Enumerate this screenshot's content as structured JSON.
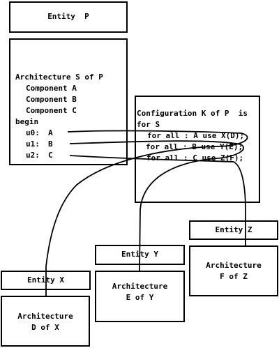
{
  "entity_p": "Entity  P",
  "architecture_s": {
    "header": "Architecture S of P",
    "components": [
      "Component A",
      "Component B",
      "Component C"
    ],
    "begin": "begin",
    "instances": [
      {
        "label": "u0:",
        "comp": "A"
      },
      {
        "label": "u1:",
        "comp": "B"
      },
      {
        "label": "u2:",
        "comp": "C"
      }
    ]
  },
  "configuration_k": {
    "line1": "Configuration K of P  is",
    "line2": "for S",
    "bindings": [
      "for all : A use X(D);",
      "for all : B use Y(E);",
      "for all : C use Z(F);"
    ]
  },
  "entity_x": "Entity X",
  "entity_y": "Entity Y",
  "entity_z": "Entity Z",
  "arch_x": [
    "Architecture",
    "D of X"
  ],
  "arch_y": [
    "Architecture",
    "E of Y"
  ],
  "arch_z": [
    "Architecture",
    "F of Z"
  ]
}
